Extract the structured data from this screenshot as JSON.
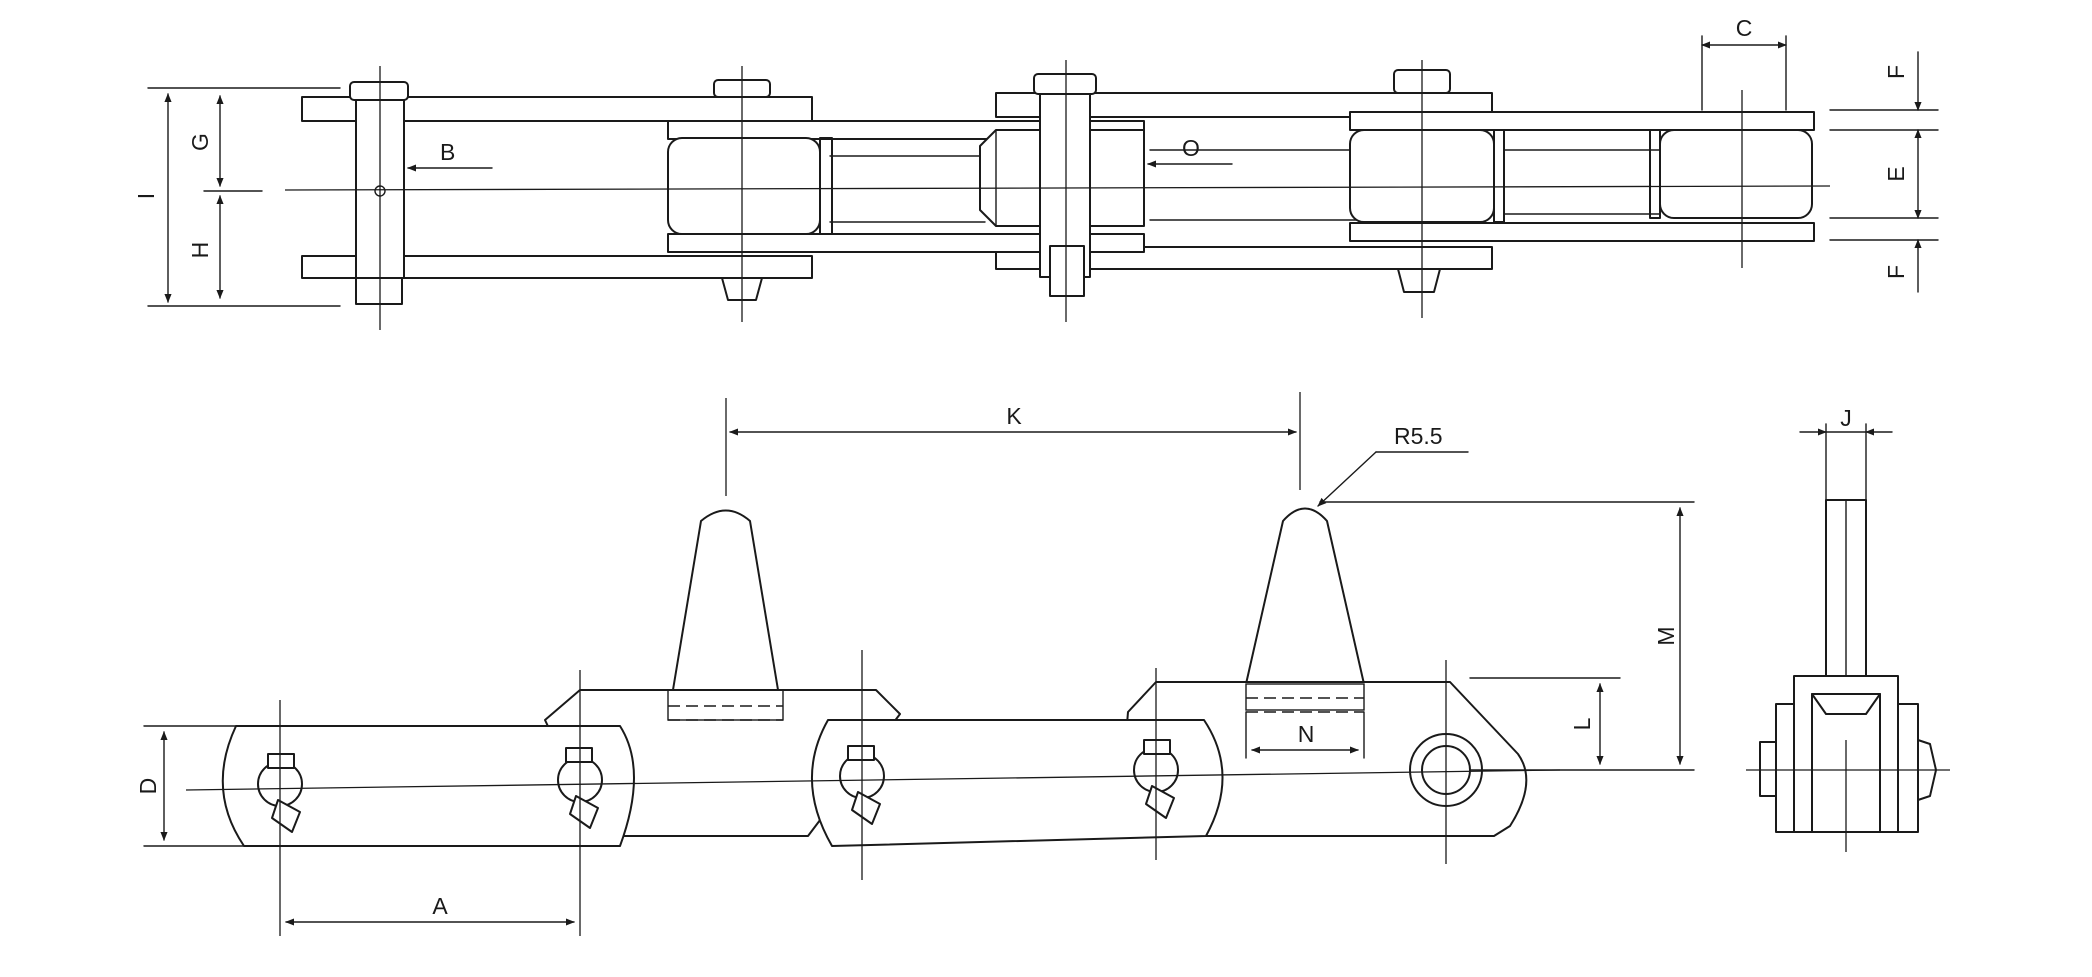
{
  "drawing": {
    "labels": {
      "A": "A",
      "B": "B",
      "C": "C",
      "D": "D",
      "E": "E",
      "F": "F",
      "G": "G",
      "H": "H",
      "I": "I",
      "J": "J",
      "K": "K",
      "L": "L",
      "M": "M",
      "N": "N",
      "O": "O",
      "radius": "R5.5"
    },
    "colors": {
      "line": "#1a1a1a",
      "background": "#ffffff"
    }
  }
}
